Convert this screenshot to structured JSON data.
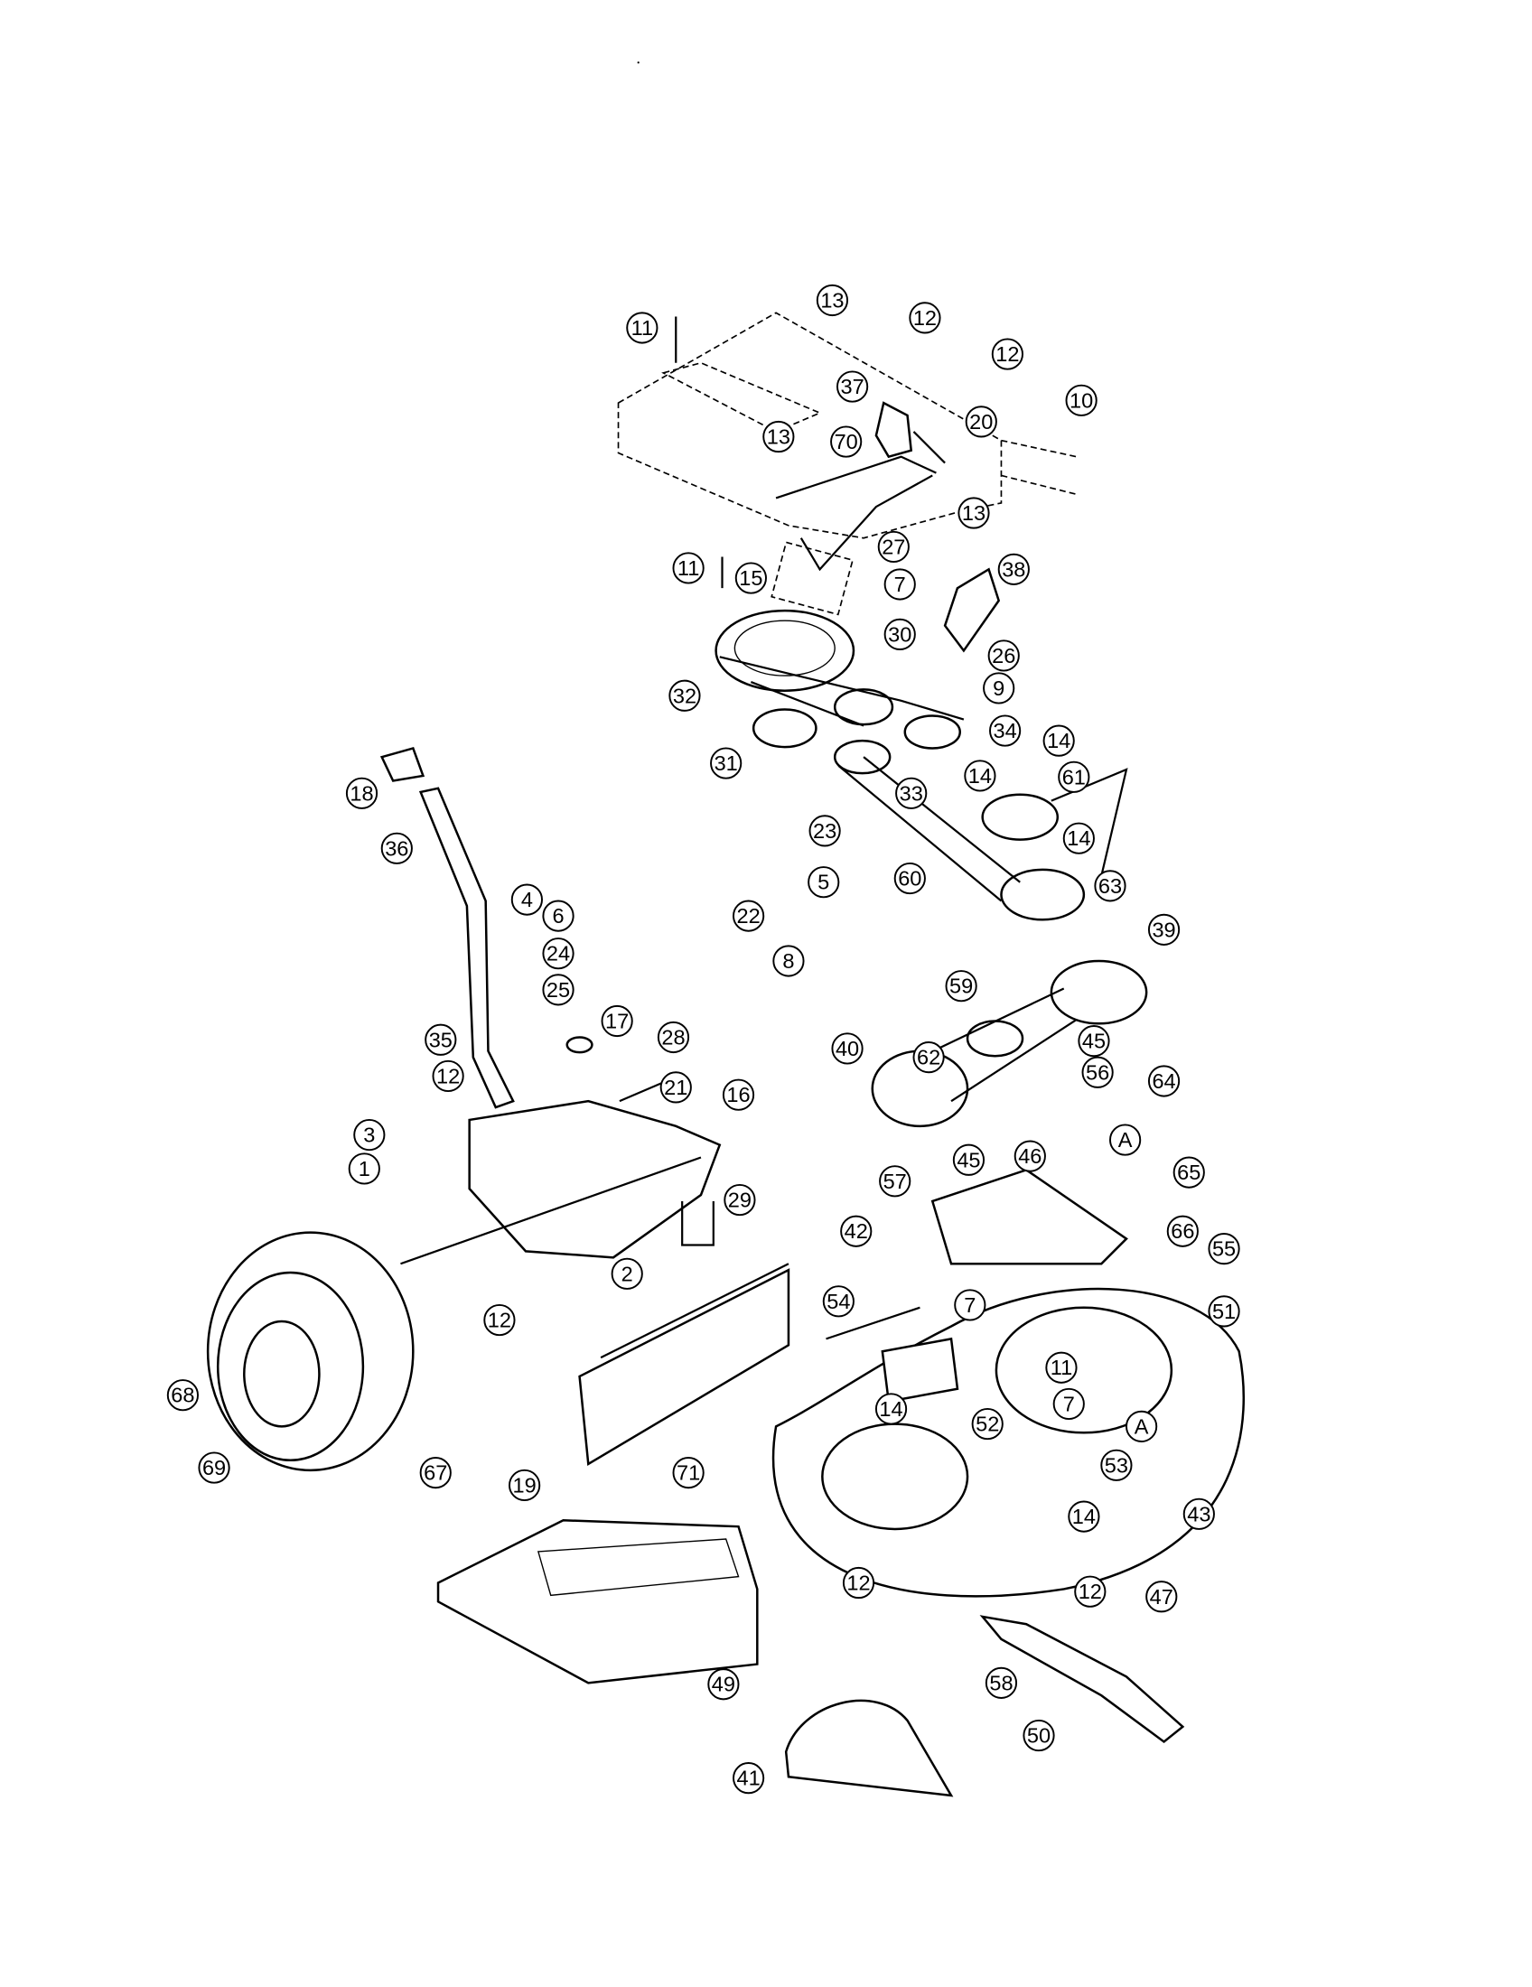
{
  "diagram": {
    "title": "",
    "callouts": [
      "13",
      "11",
      "12",
      "12",
      "10",
      "37",
      "20",
      "13",
      "70",
      "13",
      "27",
      "11",
      "15",
      "7",
      "38",
      "30",
      "26",
      "32",
      "9",
      "34",
      "14",
      "31",
      "14",
      "61",
      "18",
      "33",
      "23",
      "36",
      "14",
      "5",
      "60",
      "63",
      "4",
      "6",
      "22",
      "24",
      "8",
      "39",
      "25",
      "59",
      "17",
      "28",
      "35",
      "45",
      "40",
      "62",
      "56",
      "21",
      "64",
      "12",
      "16",
      "46",
      "3",
      "1",
      "45",
      "57",
      "65",
      "29",
      "66",
      "42",
      "55",
      "2",
      "54",
      "7",
      "51",
      "12",
      "11",
      "68",
      "14",
      "7",
      "52",
      "69",
      "67",
      "19",
      "A",
      "53",
      "A",
      "71",
      "14",
      "43",
      "12",
      "12",
      "47",
      "58",
      "49",
      "50",
      "41"
    ]
  }
}
